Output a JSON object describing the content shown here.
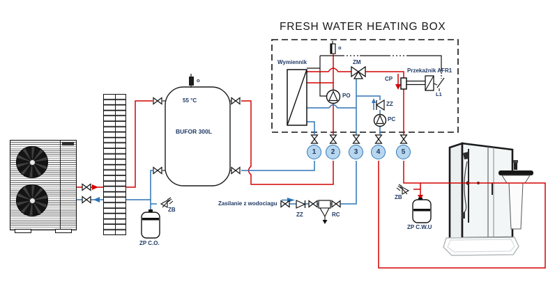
{
  "title": "FRESH WATER HEATING BOX",
  "colors": {
    "supply_pipe": "#d40000",
    "return_pipe": "#2e74b5",
    "label_text": "#1f3864",
    "port_fill": "#b8d6ee",
    "port_border": "#3079b8"
  },
  "heating_box": {
    "exchanger_label": "Wymiennik",
    "mixing_valve_label": "ZM",
    "primary_pump_label": "PO",
    "flow_switch_label": "CP",
    "check_valve_label": "ZZ",
    "circulation_pump_label": "PC",
    "relay_label": "Przekaźnik AFR1",
    "relay_line_label": "L1",
    "sensor_label": "o"
  },
  "buffer": {
    "name": "BUFOR 300L",
    "temperature": "55 °C",
    "sensor_label": "o"
  },
  "ports": [
    {
      "label": "1"
    },
    {
      "label": "2"
    },
    {
      "label": "3"
    },
    {
      "label": "4"
    },
    {
      "label": "5"
    }
  ],
  "supply_line": {
    "label": "Zasilanie z wodociagu",
    "check_valve_label": "ZZ",
    "filter_label": "RC"
  },
  "vessels": {
    "heating": {
      "label": "ZP C.O.",
      "safety_valve_label": "ZB"
    },
    "dhw": {
      "label": "ZP C.W.U",
      "safety_valve_label": "ZB"
    }
  }
}
